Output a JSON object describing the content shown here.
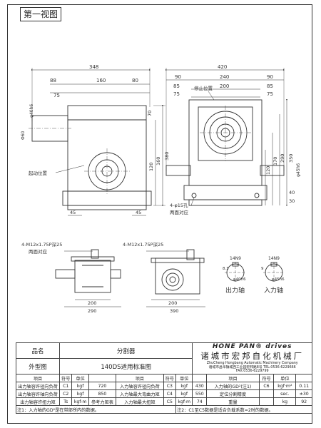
{
  "view_label": "第一视图",
  "front_view": {
    "dims_top": [
      "348",
      "88",
      "160",
      "80",
      "75"
    ],
    "dims_left": [
      "Φ60",
      "φ40h6"
    ],
    "dims_right": [
      "70",
      "160",
      "380",
      "120"
    ],
    "dims_bottom": [
      "45",
      "45"
    ],
    "note_start": "起动位置"
  },
  "side_view": {
    "dims_top": [
      "420",
      "90",
      "240",
      "90",
      "85",
      "200",
      "85",
      "75",
      "75"
    ],
    "dims_right": [
      "350",
      "290",
      "170",
      "120",
      "φ45h6",
      "40",
      "30"
    ],
    "note_stop": "停止位置",
    "note_holes": "4-φ15孔",
    "note_holes_sub": "两面对应"
  },
  "top_view_left": {
    "note": "4-M12x1.75P深25",
    "note_sub": "两面对应",
    "dims": [
      "200",
      "290"
    ]
  },
  "top_view_right": {
    "note": "4-M12x1.75P深25",
    "dims": [
      "200",
      "390"
    ]
  },
  "shaft_views": {
    "out_key": "14N9",
    "out_dim_a": "8.3",
    "out_dim_b": "φ40h6",
    "in_key": "14N9",
    "in_dim_a": "9",
    "in_dim_b": "φ45h6",
    "out_label": "出力轴",
    "in_label": "入力轴"
  },
  "title_block": {
    "name_label": "品名",
    "name_value": "分割器",
    "drawing_label": "外型图",
    "drawing_value": "140DS适用标准图",
    "brand": "HONE PAN® drives",
    "company": "诸城市宏邦自化机械厂",
    "company_en": "ZhuCheng Hongbang Automatic Machinery Company",
    "address": "诸城市昌华镇城西工业园宏邦路8号 TEL:0536-6229666",
    "fax": "FAX:0536-6229799"
  },
  "spec_headers": [
    "项目",
    "符号",
    "单位",
    "",
    "项目",
    "符号",
    "单位",
    "",
    "项目",
    "符号",
    "单位",
    ""
  ],
  "spec_rows": [
    [
      "出力轴容许径向负荷",
      "C1",
      "kgf",
      "720",
      "入力轴容许径向负荷",
      "C3",
      "kgf",
      "430",
      "入力轴的GD²(注1)",
      "C6",
      "kgf·m²",
      "0.11"
    ],
    [
      "出力轴容许轴向负荷",
      "C2",
      "kgf",
      "850",
      "入力轴最大弯曲力矩",
      "C4",
      "kgf",
      "550",
      "定位分割精度",
      "",
      "sec.",
      "±30"
    ],
    [
      "出力轴容许扭力矩",
      "Ts",
      "kgf-m",
      "参考力矩表",
      "入力轴最大扭矩",
      "C5",
      "kgf-m",
      "74",
      "重量",
      "",
      "kg",
      "92"
    ]
  ],
  "footnote": "注1：入力轴的GD²是在带部所内的数据。",
  "footnote2": "注2：C1至C5数据是适合负载系数=2时的数据。"
}
